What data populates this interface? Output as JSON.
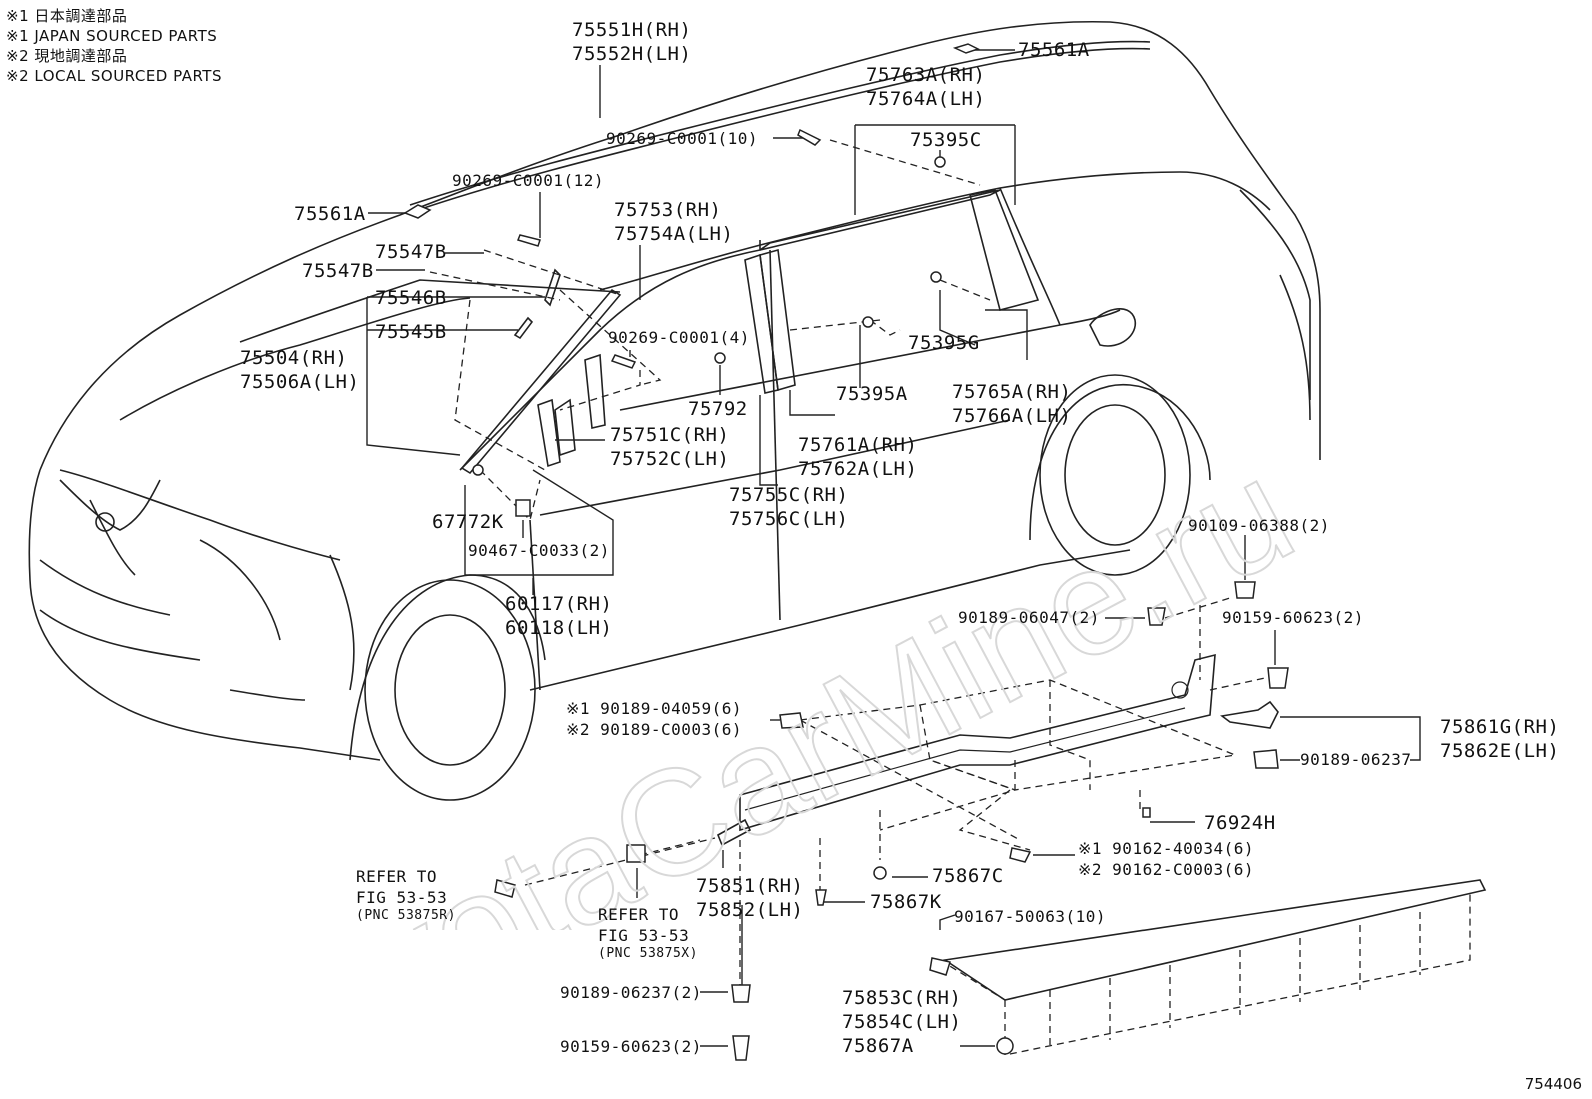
{
  "legend": [
    "※1 日本調達部品",
    "※1 JAPAN SOURCED PARTS",
    "※2 現地調達部品",
    "※2 LOCAL SOURCED PARTS"
  ],
  "watermark": "ToyotaCarMine.ru",
  "figure_number": "754406",
  "labels": {
    "p75551": [
      "75551H(RH)",
      "75552H(LH)"
    ],
    "p75561a_top": "75561A",
    "p75763": [
      "75763A(RH)",
      "75764A(LH)"
    ],
    "p90269_10": "90269-C0001(10)",
    "p75395c": "75395C",
    "p90269_12": "90269-C0001(12)",
    "p75561a_left": "75561A",
    "p75753": [
      "75753(RH)",
      "75754A(LH)"
    ],
    "p75547b_1": "75547B",
    "p75547b_2": "75547B",
    "p75546b": "75546B",
    "p75545b": "75545B",
    "p75504": [
      "75504(RH)",
      "75506A(LH)"
    ],
    "p90269_4": "90269-C0001(4)",
    "p75395g": "75395G",
    "p75765": [
      "75765A(RH)",
      "75766A(LH)"
    ],
    "p75792": "75792",
    "p75395a": "75395A",
    "p75751": [
      "75751C(RH)",
      "75752C(LH)"
    ],
    "p75761": [
      "75761A(RH)",
      "75762A(LH)"
    ],
    "p75755": [
      "75755C(RH)",
      "75756C(LH)"
    ],
    "p67772k": "67772K",
    "p90467": "90467-C0033(2)",
    "p60117": [
      "60117(RH)",
      "60118(LH)"
    ],
    "p90109": "90109-06388(2)",
    "p90189_06047": "90189-06047(2)",
    "p90159_60623_r": "90159-60623(2)",
    "p90189_04059": [
      "※1 90189-04059(6)",
      "※2 90189-C0003(6)"
    ],
    "p75861": [
      "75861G(RH)",
      "75862E(LH)"
    ],
    "p90189_06237_r": "90189-06237",
    "p76924h": "76924H",
    "p90162": [
      "※1 90162-40034(6)",
      "※2 90162-C0003(6)"
    ],
    "p75867c": "75867C",
    "refer_left": [
      "REFER TO",
      "FIG 53-53",
      "(PNC 53875R)"
    ],
    "p75851": [
      "75851(RH)",
      "75852(LH)"
    ],
    "refer_mid": [
      "REFER TO",
      "FIG 53-53",
      "(PNC 53875X)"
    ],
    "p75867k": "75867K",
    "p90167": "90167-50063(10)",
    "p75853": [
      "75853C(RH)",
      "75854C(LH)"
    ],
    "p90189_06237_b": "90189-06237(2)",
    "p75867a": "75867A",
    "p90159_60623_b": "90159-60623(2)"
  }
}
